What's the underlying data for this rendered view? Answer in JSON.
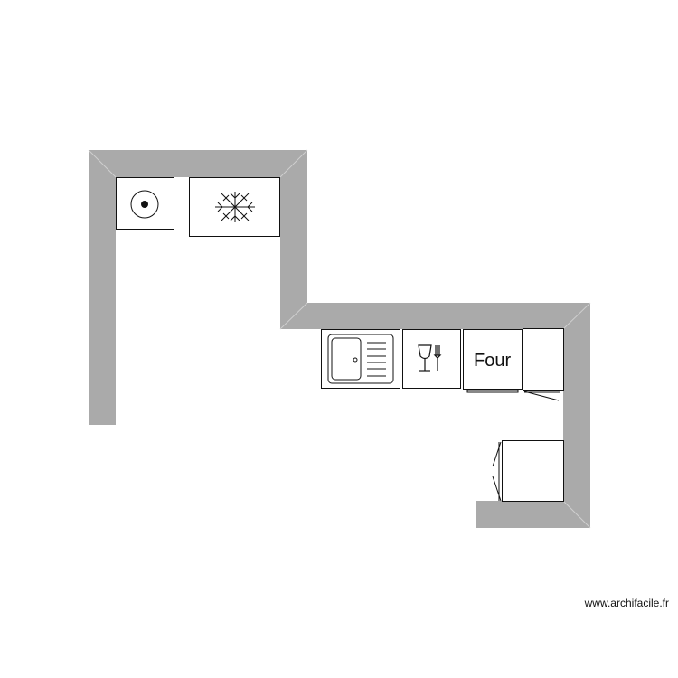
{
  "plan": {
    "wall_color": "#aaaaaa",
    "appliances": [
      {
        "name": "hob",
        "icon": "hob-burner-icon"
      },
      {
        "name": "freezer",
        "icon": "snowflake-icon"
      },
      {
        "name": "sink",
        "icon": "sink-icon"
      },
      {
        "name": "dishwasher",
        "icon": "glass-fork-icon"
      },
      {
        "name": "oven",
        "label": "Four"
      },
      {
        "name": "corner-cabinet"
      },
      {
        "name": "bottom-cabinet"
      }
    ]
  },
  "watermark": "www.archifacile.fr"
}
